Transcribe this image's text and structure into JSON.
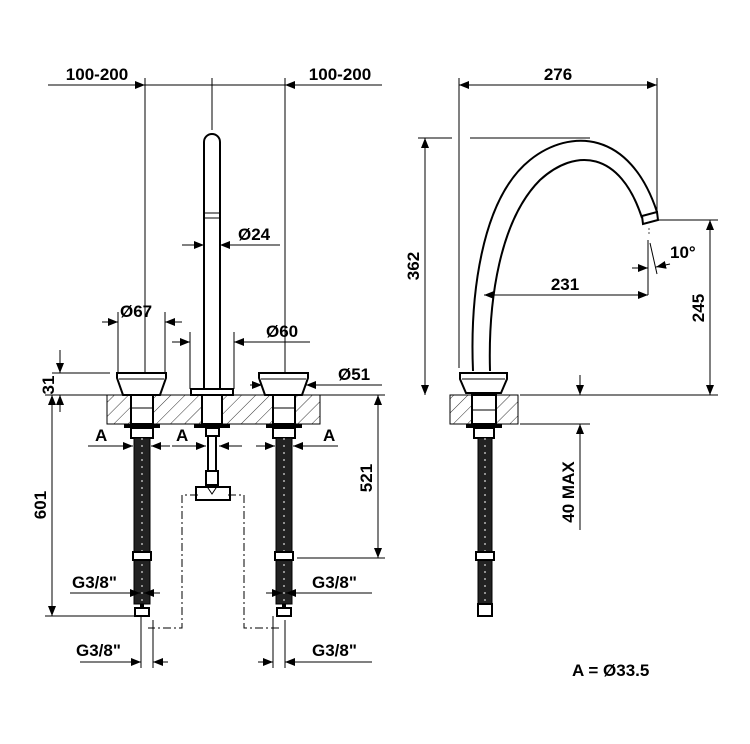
{
  "front_view": {
    "spacing_left": "100-200",
    "spacing_right": "100-200",
    "spout_diameter": "Ø24",
    "handle_diameter": "Ø67",
    "spout_base_diameter": "Ø60",
    "rosette_diameter": "Ø51",
    "handle_height": "31",
    "hose_length": "601",
    "pipe_length": "521",
    "hole_label_1": "A",
    "hole_label_2": "A",
    "hole_label_3": "A",
    "thread_left_upper": "G3/8\"",
    "thread_right_upper": "G3/8\"",
    "thread_left_lower": "G3/8\"",
    "thread_right_lower": "G3/8\""
  },
  "side_view": {
    "reach": "276",
    "height": "362",
    "spout_reach": "231",
    "outlet_height": "245",
    "angle": "10°",
    "deck_thickness": "40 MAX"
  },
  "legend": "A = Ø33.5"
}
